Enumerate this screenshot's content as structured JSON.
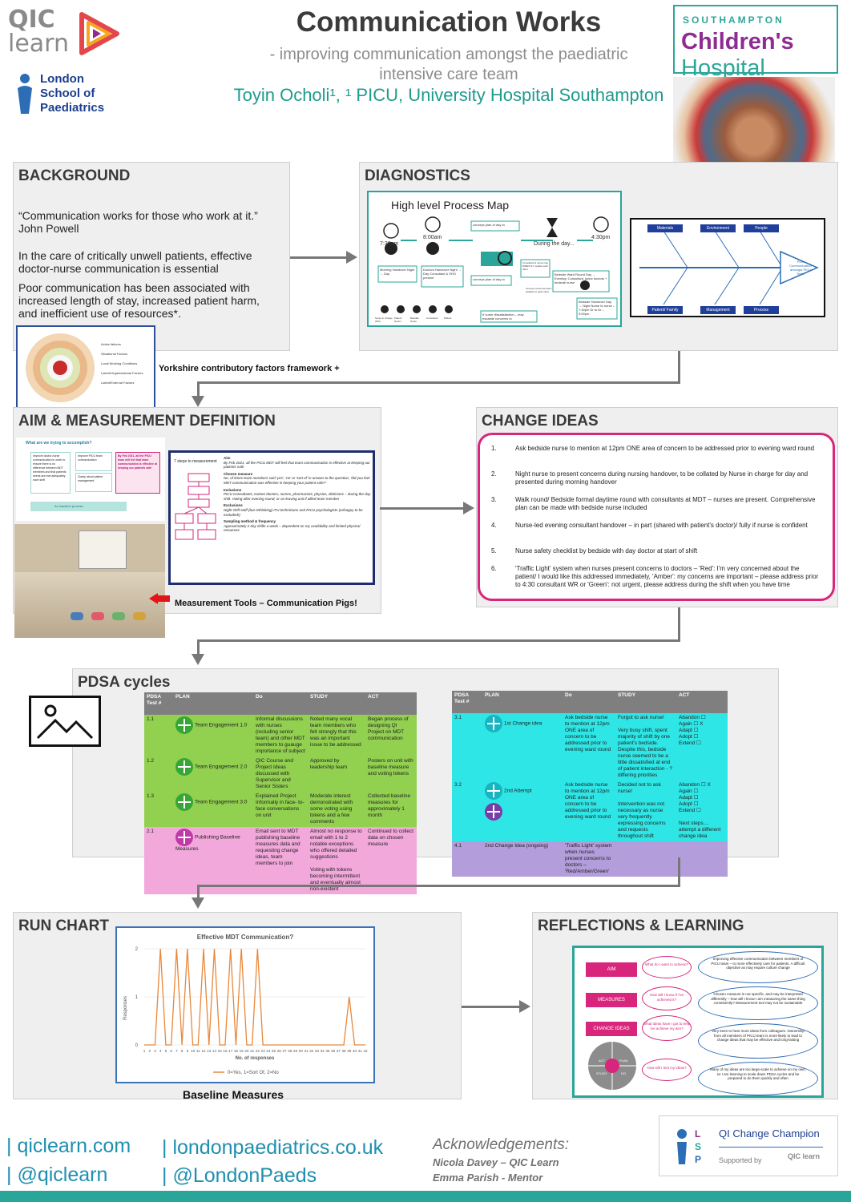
{
  "header": {
    "qic_word_1": "QIC",
    "qic_word_2": "learn",
    "lsp_line1": "London",
    "lsp_line2": "School of",
    "lsp_line3": "Paediatrics",
    "title": "Communication Works",
    "subtitle": "- improving communication amongst the paediatric intensive care team",
    "author": "Toyin Ocholi¹, ¹ PICU, University Hospital Southampton",
    "sch_top": "SOUTHAMPTON",
    "sch_main_1": "Children's",
    "sch_main_2": " Hospital"
  },
  "background": {
    "title": "BACKGROUND",
    "quote": "“Communication works for those who work at it.” John Powell",
    "p1": "In the care of critically unwell patients, effective doctor-nurse communication is essential",
    "p2": "Poor communication has been associated with increased length of stay, increased patient harm, and inefficient use of resources*.",
    "framework_caption": "Yorkshire contributory factors framework +",
    "framework_legend": [
      "Active failures",
      "Situational Factors",
      "Local Working Conditions",
      "Latent/Organisational Factors",
      "Latent/External Factors"
    ]
  },
  "diagnostics": {
    "title": "DIAGNOSTICS",
    "process_map_title": "High level Process Map",
    "pm_times": [
      "7:30am",
      "8:00am",
      "During the day...",
      "4:30pm"
    ],
    "pm_boxes": [
      "Morning Handover\nNight → Day",
      "Doctors Handover\nNight → Day\nConsultant & SHO present",
      "Bedside Ward Round\nDay → Evening: Consultant, junior doctors + bedside nurse",
      "Bedside Handover\nDay → Night\nNurse to nurse – 7:30pm\nDr to Dr – 9:00pm"
    ],
    "pm_notes": [
      "conveys plan of day to",
      "Consultant & nurse may DIRECTLY update each other",
      "conveys plan of day to",
      "conveys concerns/ plan / updates to each other",
      "If nurse dissatisfaction – may escalate concerns to"
    ],
    "pm_legend": [
      "Nurse in Charge (NIC)",
      "Patient Doctor",
      "Bedside Nurse",
      "Consultant",
      "Patient"
    ],
    "fishbone_heads": [
      "Materials",
      "Environment",
      "People",
      "Patient/ Family",
      "Management",
      "Process"
    ],
    "fishbone_effect": "Poor Communication amongst PICU Team"
  },
  "aim": {
    "title": "AIM & MEASUREMENT DEFINITION",
    "driver_q": "What are we trying to accomplish?",
    "driver_items": [
      "Improve doctor-nurse communication in order to ensure there is no difference between MDT members and that patients needs are met adequately each shift",
      "Improve PICU team communication",
      "Clarity about patient management",
      "By Feb 2021, all the PICU team will feel that team communication is effective at keeping our patients safe"
    ],
    "driver_footer": "As baseline process",
    "steps_label": "7 steps to measurement",
    "aim_heading": "Aim",
    "aim_text": "By Feb 2021, all the PICU MDT will feel that team communication is effective at keeping our patients safe",
    "measure_heading": "Chosen measure",
    "measure_text": "No. of times team members said 'yes', 'no' or 'sort of' in answer to the question, 'did you feel MDT communication was effective in keeping your patient safe?'",
    "inclusions_heading": "Inclusions",
    "inclusions_text": "PICU Consultants, trainee doctors, nurses, pharmacists, physios, dieticians – during the day shift. Voting after evening round, or on leaving unit if allied team member",
    "exclusions_heading": "Exclusions",
    "exclusions_text": "Night shift staff (but rethinking) ITU technicians and PICU psychologists (unhappy to be excluded!)",
    "sampling_heading": "Sampling method & frequency",
    "sampling_text": "Approximately 2 day shifts a week – dependent on my availability and limited physical resources",
    "photo_caption": "Measurement Tools – Communication Pigs!"
  },
  "change_ideas": {
    "title": "CHANGE IDEAS",
    "items": [
      {
        "n": "1.",
        "text": "Ask bedside nurse to mention at 12pm ONE area of concern to be addressed prior to evening ward round"
      },
      {
        "n": "2.",
        "text": "Night nurse to present concerns during nursing handover, to be collated by Nurse in charge for day and presented during morning handover"
      },
      {
        "n": "3.",
        "text": "Walk round/ Bedside formal daytime round with consultants at MDT – nurses are present. Comprehensive plan can be made with bedside nurse included"
      },
      {
        "n": "4.",
        "text": "Nurse-led evening consultant handover – in part (shared with patient's doctor)/ fully if nurse is confident"
      },
      {
        "n": "5.",
        "text": "Nurse safety checklist by bedside with day doctor at start of shift"
      },
      {
        "n": "6.",
        "text": "'Traffic Light' system when nurses present concerns to doctors – 'Red': I'm very concerned about the patient/ I would like this addressed immediately, 'Amber': my concerns are important – please address prior to 4:30 consultant WR or 'Green': not urgent, please address during the shift when you have time"
      }
    ]
  },
  "pdsa": {
    "title": "PDSA cycles",
    "headers": [
      "PDSA Test #",
      "PLAN",
      "Do",
      "STUDY",
      "ACT"
    ],
    "table1": [
      {
        "id": "1.1",
        "plan": "Team Engagement 1.0",
        "do": "Informal discussions with nurses (including senior team) and other MDT members to guauge importance of subject",
        "study": "Noted many vocal team members who felt strongly that this was an important issue to be addressed",
        "act": "Began process of designing QI Project on MDT communication",
        "color": "g"
      },
      {
        "id": "1.2",
        "plan": "Team Engagement 2.0",
        "do": "QIC Course and Project Ideas discussed with Supervisor and Senior Sisters",
        "study": "Approved by leadership team",
        "act": "Posters on unit with baseline measure and voting tokens",
        "color": "g"
      },
      {
        "id": "1.3",
        "plan": "Team Engagement 3.0",
        "do": "Explained Project Informally in face- to-face conversations on unit",
        "study": "Moderate interest demonstrated with some voting using tokens and a few comments",
        "act": "Collected baseline measures for approximately 1 month",
        "color": "g"
      },
      {
        "id": "2.1",
        "plan": "Publishing Baseline Measures",
        "do": "Email sent to MDT publishing baseline measures data and requesting change ideas, team members to join",
        "study": "Almost no response to email with 1 to 2 notable exceptions who offered detailed suggestions\n\nVoting with tokens becoming intermittent and eventually almost non-existent",
        "act": "Continued to collect data on chosen measure",
        "color": "p"
      }
    ],
    "table2": [
      {
        "id": "3.1",
        "plan": "1st Change idea",
        "do": "Ask bedside nurse to mention at 12pm ONE area of concern to be addressed prior to evening ward round",
        "study": "Forgot to ask nurse!\n\nVery busy shift, spent majority of shift by one patient's bedside. Despite this, bedside nurse seemed to be a little dissatisfied at end of patient interaction - ?differing priorities",
        "act": "Abandon ☐\nAgain ☐ X\nAdapt ☐\nAdopt ☐\nExtend ☐",
        "color": "c"
      },
      {
        "id": "3.2",
        "plan": "2nd Attempt",
        "do": "Ask bedside nurse to mention at 12pm ONE area of concern to be addressed prior to evening ward round",
        "study": "Decided not to ask nurse!\n\nIntervention was not necessary as nurse very frequently expressing concerns and requests throughout shift",
        "act": "Abandon ☐ X\nAgain ☐\nAdapt ☐\nAdopt ☐\nExtend ☐\n\nNext steps… attempt a different change idea",
        "color": "c"
      },
      {
        "id": "4.1",
        "plan": "2nd Change Idea (ongoing)",
        "do": "'Traffic Light' system when nurses present concerns to doctors – 'Red/Amber/Green'",
        "study": "",
        "act": "",
        "color": "v"
      }
    ]
  },
  "run_chart": {
    "title": "RUN CHART",
    "caption": "Baseline Measures"
  },
  "chart_data": {
    "type": "line",
    "title": "Effective MDT Communication?",
    "xlabel": "No. of responses",
    "ylabel": "Responses",
    "ylim": [
      0,
      2
    ],
    "x": [
      1,
      2,
      3,
      4,
      5,
      6,
      7,
      8,
      9,
      10,
      11,
      12,
      13,
      14,
      15,
      16,
      17,
      18,
      19,
      20,
      21,
      22,
      23,
      24,
      25,
      26,
      27,
      28,
      29,
      30,
      31,
      32,
      33,
      34,
      35,
      36,
      37,
      38,
      39,
      40,
      41,
      42
    ],
    "series": [
      {
        "name": "0=Yes, 1=Sort Of, 2=No",
        "values": [
          0,
          0,
          0,
          2,
          0,
          0,
          2,
          0,
          2,
          0,
          0,
          2,
          0,
          2,
          0,
          0,
          2,
          0,
          2,
          0,
          0,
          2,
          0,
          0,
          0,
          0,
          0,
          0,
          0,
          0,
          0,
          0,
          0,
          0,
          0,
          0,
          0,
          0,
          1,
          0,
          0,
          0
        ]
      }
    ],
    "grid": true,
    "legend": "bottom"
  },
  "reflections": {
    "title": "REFLECTIONS & LEARNING",
    "buttons": [
      "AIM",
      "MEASURES",
      "CHANGE IDEAS"
    ],
    "questions": [
      "What do I want to achieve?",
      "How will I know if I've achieved it?",
      "What ideas have I got to help me achieve my aim?",
      "How will I test my ideas?"
    ],
    "answers": [
      "Improving effective communication between members of PICU team – to more effectively care for patients. A difficult objective as may require culture change",
      "Chosen measure is not specific, and may be interpreted differently – how will I know I am measuring the same thing consistently? Measurement tool may not be sustainable",
      "Very keen to hear more ideas from colleagues. Ownership from all members of PICU team is more likely to lead to change ideas that may be effective and long-lasting",
      "Many of my ideas are too large-scale to achieve on my own, so I am learning to scale down PDSA cycles and be prepared to do them quickly and often"
    ],
    "cycle_labels": [
      "ACT",
      "PLAN",
      "STUDY",
      "DO"
    ]
  },
  "footer": {
    "link1": "| qiclearn.com",
    "link2": "| @qiclearn",
    "link3": "| londonpaediatrics.co.uk",
    "link4": "| @LondonPaeds",
    "ack_title": "Acknowledgements:",
    "ack1": "Nicola Davey – QIC Learn",
    "ack2": "Emma Parish - Mentor",
    "champion": "QI Change Champion",
    "supported": "Supported by",
    "qic_small": "QIC learn"
  },
  "colors": {
    "teal": "#2aa59a",
    "pink": "#d7267b",
    "orange": "#e8883a",
    "purple": "#8e2c91",
    "blue": "#3b73b9"
  }
}
